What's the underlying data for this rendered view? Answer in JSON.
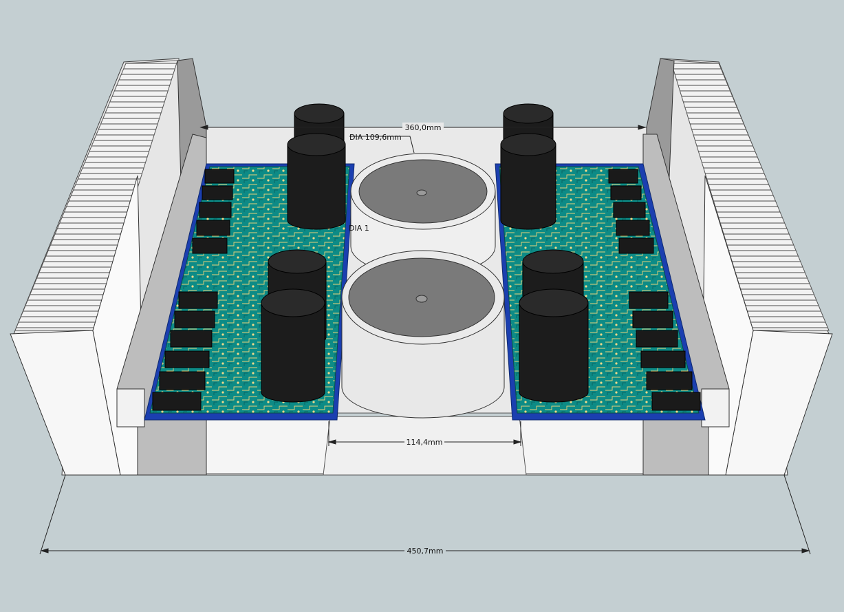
{
  "dimensions": {
    "inner_width": "360,0mm",
    "toroid_diameter": "DIA 109,6mm",
    "toroid_label": "DIA 1",
    "gap_width": "114,4mm",
    "overall_width": "450,7mm"
  },
  "colors": {
    "background": "#c4cfd2",
    "chassis": "#f4f4f4",
    "chassis_shade": "#c9c9c9",
    "pcb": "#0d8b86",
    "capacitor": "#1c1c1c",
    "toroid_top": "#7a7a7a",
    "toroid_side": "#e8e8e8",
    "dimension_line": "#222222"
  }
}
